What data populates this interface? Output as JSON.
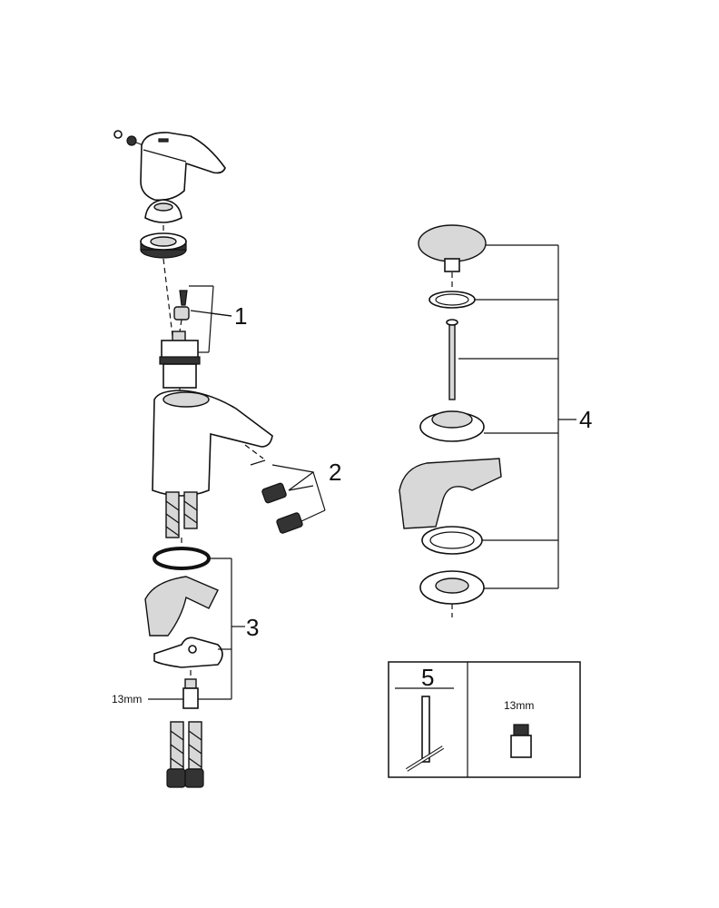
{
  "callouts": {
    "part_1": "1",
    "part_2": "2",
    "part_3": "3",
    "part_4": "4",
    "part_5": "5"
  },
  "dimensions": {
    "nipple_size": "13mm",
    "tool_box_size": "13mm"
  }
}
